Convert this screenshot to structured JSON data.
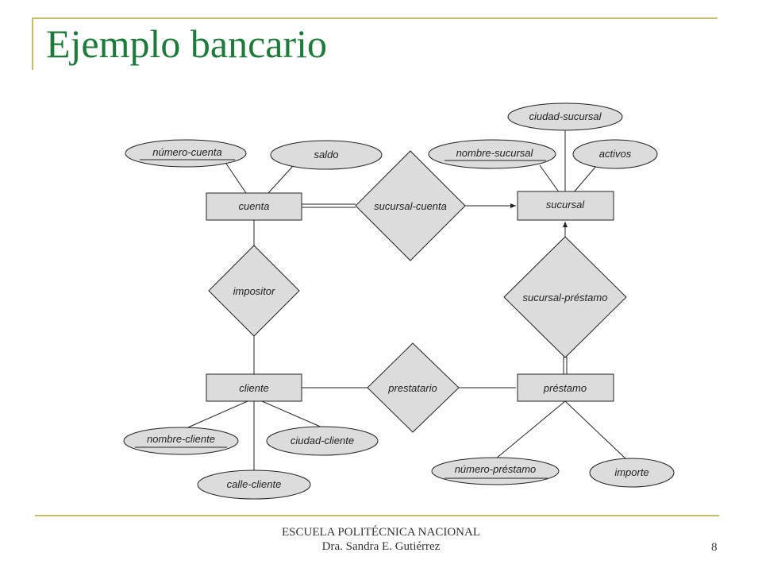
{
  "slide": {
    "title": "Ejemplo bancario",
    "footer_line1": "ESCUELA POLITÉCNICA NACIONAL",
    "footer_line2": "Dra. Sandra E. Gutiérrez",
    "page_number": "8"
  },
  "diagram": {
    "entities": {
      "cuenta": "cuenta",
      "sucursal": "sucursal",
      "cliente": "cliente",
      "prestamo": "préstamo"
    },
    "relationships": {
      "sucursal_cuenta": "sucursal-cuenta",
      "impositor": "impositor",
      "sucursal_prestamo": "sucursal-préstamo",
      "prestatario": "prestatario"
    },
    "attributes": {
      "numero_cuenta": "número-cuenta",
      "saldo": "saldo",
      "ciudad_sucursal": "ciudad-sucursal",
      "nombre_sucursal": "nombre-sucursal",
      "activos": "activos",
      "nombre_cliente": "nombre-cliente",
      "ciudad_cliente": "ciudad-cliente",
      "calle_cliente": "calle-cliente",
      "numero_prestamo": "número-préstamo",
      "importe": "importe"
    }
  }
}
